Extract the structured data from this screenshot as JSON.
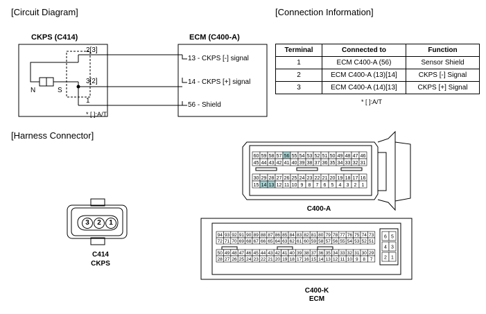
{
  "headings": {
    "circuit": "[Circuit Diagram]",
    "connection": "[Connection Information]",
    "harness": "[Harness Connector]"
  },
  "circuit": {
    "ckps_title": "CKPS (C414)",
    "ecm_title": "ECM (C400-A)",
    "wires": [
      {
        "pin": "2[3]",
        "label": "13 - CKPS [-] signal"
      },
      {
        "pin": "3[2]",
        "label": "14 - CKPS [+] signal"
      },
      {
        "pin": "1",
        "label": "56 - Shield"
      }
    ],
    "sensor_n": "N",
    "sensor_s": "S",
    "note": "* [  ]:A/T"
  },
  "connection_table": {
    "headers": [
      "Terminal",
      "Connected to",
      "Function"
    ],
    "rows": [
      [
        "1",
        "ECM C400-A (56)",
        "Sensor Shield"
      ],
      [
        "2",
        "ECM C400-A (13)[14]",
        "CKPS [-] Signal"
      ],
      [
        "3",
        "ECM C400-A (14)[13]",
        "CKPS [+] Signal"
      ]
    ],
    "note": "* [  ]:A/T"
  },
  "connectors": {
    "c414": {
      "pins": [
        "3",
        "2",
        "1"
      ],
      "name": "C414",
      "sub": "CKPS"
    },
    "c400a": {
      "name": "C400-A",
      "highlight_color": "#a6d3d3",
      "highlighted": [
        "56",
        "14",
        "13"
      ],
      "rows": [
        [
          "60",
          "59",
          "58",
          "57",
          "56",
          "55",
          "54",
          "53",
          "52",
          "51",
          "50",
          "49",
          "48",
          "47",
          "46"
        ],
        [
          "45",
          "44",
          "43",
          "42",
          "41",
          "40",
          "39",
          "38",
          "37",
          "36",
          "35",
          "34",
          "33",
          "32",
          "31"
        ],
        [
          "30",
          "29",
          "28",
          "27",
          "26",
          "25",
          "24",
          "23",
          "22",
          "21",
          "20",
          "19",
          "18",
          "17",
          "16"
        ],
        [
          "15",
          "14",
          "13",
          "12",
          "11",
          "10",
          "9",
          "8",
          "7",
          "6",
          "5",
          "4",
          "3",
          "2",
          "1"
        ]
      ]
    },
    "c400k": {
      "name": "C400-K",
      "sub": "ECM",
      "rows": [
        [
          "94",
          "93",
          "92",
          "91",
          "90",
          "89",
          "88",
          "87",
          "86",
          "85",
          "84",
          "83",
          "82",
          "81",
          "80",
          "79",
          "78",
          "77",
          "76",
          "75",
          "74",
          "73"
        ],
        [
          "72",
          "71",
          "70",
          "69",
          "68",
          "67",
          "66",
          "65",
          "64",
          "63",
          "62",
          "61",
          "60",
          "59",
          "58",
          "57",
          "56",
          "55",
          "54",
          "53",
          "52",
          "51"
        ],
        [
          "50",
          "49",
          "48",
          "47",
          "46",
          "45",
          "44",
          "43",
          "42",
          "41",
          "40",
          "39",
          "38",
          "37",
          "36",
          "35",
          "34",
          "33",
          "32",
          "31",
          "30",
          "29"
        ],
        [
          "28",
          "27",
          "26",
          "25",
          "24",
          "23",
          "22",
          "21",
          "20",
          "19",
          "18",
          "17",
          "16",
          "15",
          "14",
          "13",
          "12",
          "11",
          "10",
          "9",
          "8",
          "7"
        ]
      ],
      "side": [
        [
          "6",
          "5"
        ],
        [
          "4",
          "3"
        ],
        [
          "2",
          "1"
        ]
      ]
    }
  }
}
